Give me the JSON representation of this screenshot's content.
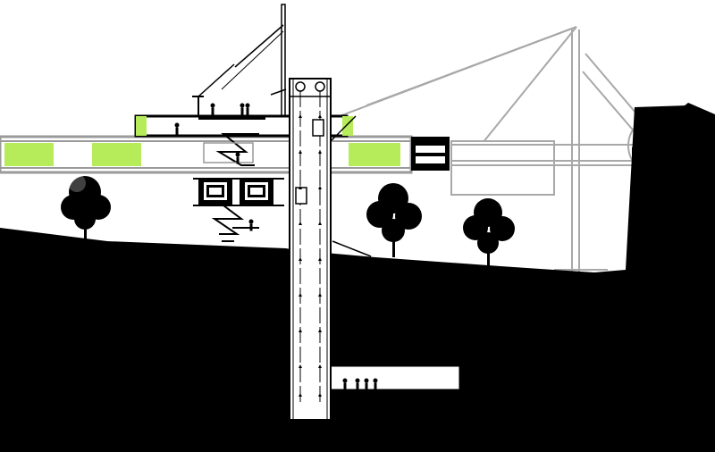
{
  "drawing": {
    "type": "architectural-section",
    "text_labels": []
  },
  "colors": {
    "ground": "#000000",
    "background": "#ffffff",
    "glazing_green": "#b6ec5a",
    "structure_gray": "#a0a0a0",
    "light_gray": "#c8c8c8",
    "line": "#000000"
  },
  "elements": {
    "trees": [
      "tree-left",
      "tree-center",
      "tree-right"
    ],
    "figures_lower_gallery": 4,
    "figures_upper_deck": 3
  }
}
